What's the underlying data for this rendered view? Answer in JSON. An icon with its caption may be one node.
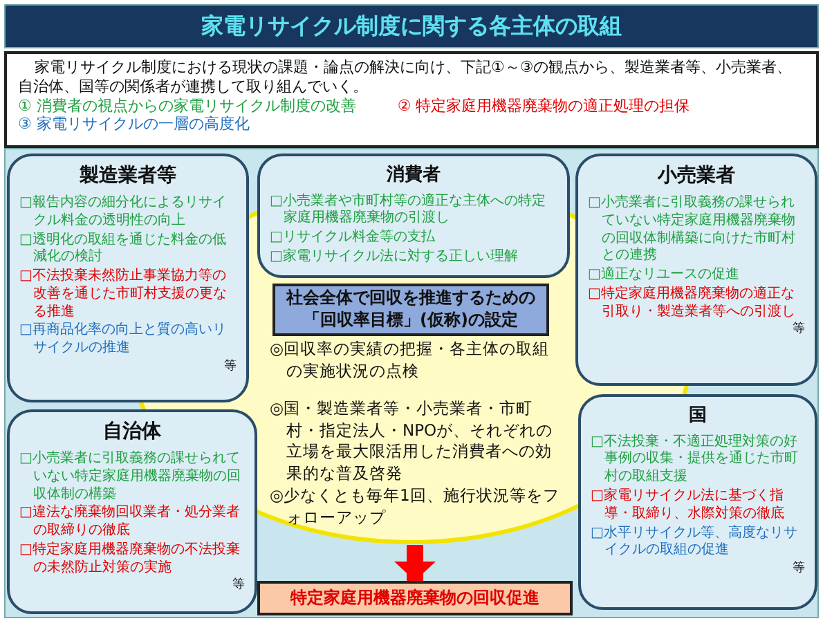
{
  "diagram": {
    "title": "家電リサイクル制度に関する各主体の取組",
    "nodes": [
      {
        "text": [
          "家電リサイクル制度における現状の課題・論点の解決に向け、下記①～③の観点から、製造業者等、小売業者、自治体、国等の関係者が連携して取り組んでいく。",
          "① 消費者の視点からの家電リサイクル制度の改善",
          "② 特定家庭用機器廃棄物の適正処理の担保",
          "③ 家電リサイクルの一層の高度化"
        ]
      },
      {
        "text": [
          "製造業者等",
          "□報告内容の細分化によるリサイクル料金の透明性の向上",
          "□透明化の取組を通じた料金の低減化の検討",
          "□不法投棄未然防止事業協力等の改善を通じた市町村支援の更なる推進",
          "□再商品化率の向上と質の高いリサイクルの推進",
          "等"
        ]
      },
      {
        "text": [
          "消費者",
          "□小売業者や市町村等の適正な主体への特定家庭用機器廃棄物の引渡し",
          "□リサイクル料金等の支払",
          "□家電リサイクル法に対する正しい理解"
        ]
      },
      {
        "text": [
          "小売業者",
          "□小売業者に引取義務の課せられていない特定家庭用機器廃棄物の回収体制構築に向けた市町村との連携",
          "□適正なリユースの促進",
          "□特定家庭用機器廃棄物の適正な引取り・製造業者等への引渡し",
          "等"
        ]
      },
      {
        "text": [
          "◎回収率の実績の把握・各主体の取組の実施状況の点検",
          "◎国・製造業者等・小売業者・市町村・指定法人・NPOが、それぞれの立場を最大限活用した消費者への効果的な普及啓発",
          "◎少なくとも毎年1回、施行状況等をフォローアップ"
        ]
      },
      {
        "text": [
          "社会全体で回収を推進するための「回収率目標」(仮称)の設定"
        ],
        "in": 4
      },
      {
        "text": [
          "自治体",
          "□小売業者に引取義務の課せられていない特定家庭用機器廃棄物の回収体制の構築",
          "□違法な廃棄物回収業者・処分業者の取締りの徹底",
          "□特定家庭用機器廃棄物の不法投棄の未然防止対策の実施",
          "等"
        ]
      },
      {
        "text": [
          "国",
          "□不法投棄・不適正処理対策の好事例の収集・提供を通じた市町村の取組支援",
          "□家電リサイクル法に基づく指導・取締り、水際対策の徹底",
          "□水平リサイクル等、高度なリサイクルの取組の促進",
          "等"
        ]
      },
      {
        "text": [
          "特定家庭用機器廃棄物の回収促進"
        ]
      }
    ],
    "edges": [
      {
        "from": 4,
        "to": 8,
        "arrow": "to",
        "color": "#ff0000"
      }
    ]
  }
}
